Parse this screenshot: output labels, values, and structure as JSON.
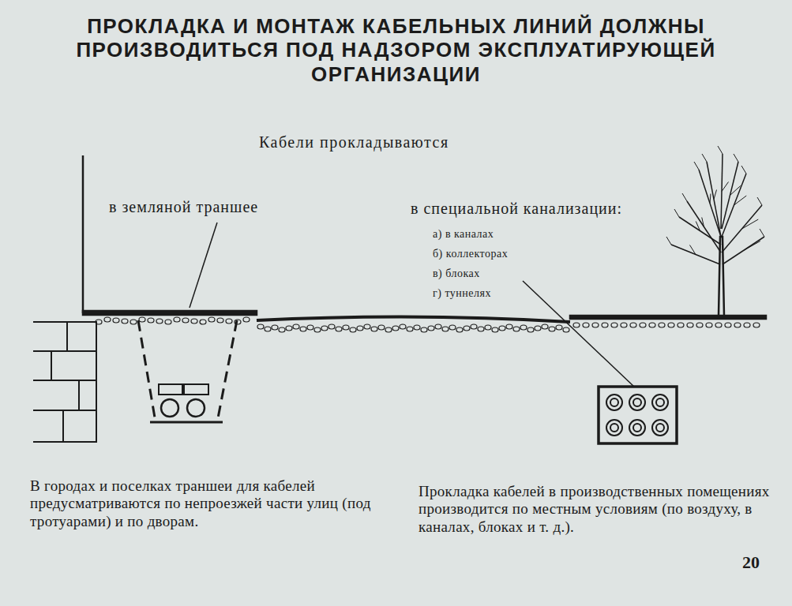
{
  "diagram": {
    "title": "ПРОКЛАДКА И МОНТАЖ КАБЕЛЬНЫХ ЛИНИЙ ДОЛЖНЫ ПРОИЗВОДИТЬСЯ ПОД НАДЗОРОМ ЭКСПЛУАТИРУЮЩЕЙ ОРГАНИЗАЦИИ",
    "labels": [
      "Кабели прокладываются",
      "в земляной траншее",
      "в специальной канализации:",
      "а) в каналах",
      "б) коллекторах",
      "в) блоках",
      "г) туннелях",
      "В городах и поселках траншеи для кабелей предусматриваются по непроезжей части улиц (под тротуарами) и по дворам.",
      "Прокладка кабелей в производственных помещениях производится по местным условиям (по воздуху, в каналах, блоках и т. д.).",
      "20"
    ]
  }
}
